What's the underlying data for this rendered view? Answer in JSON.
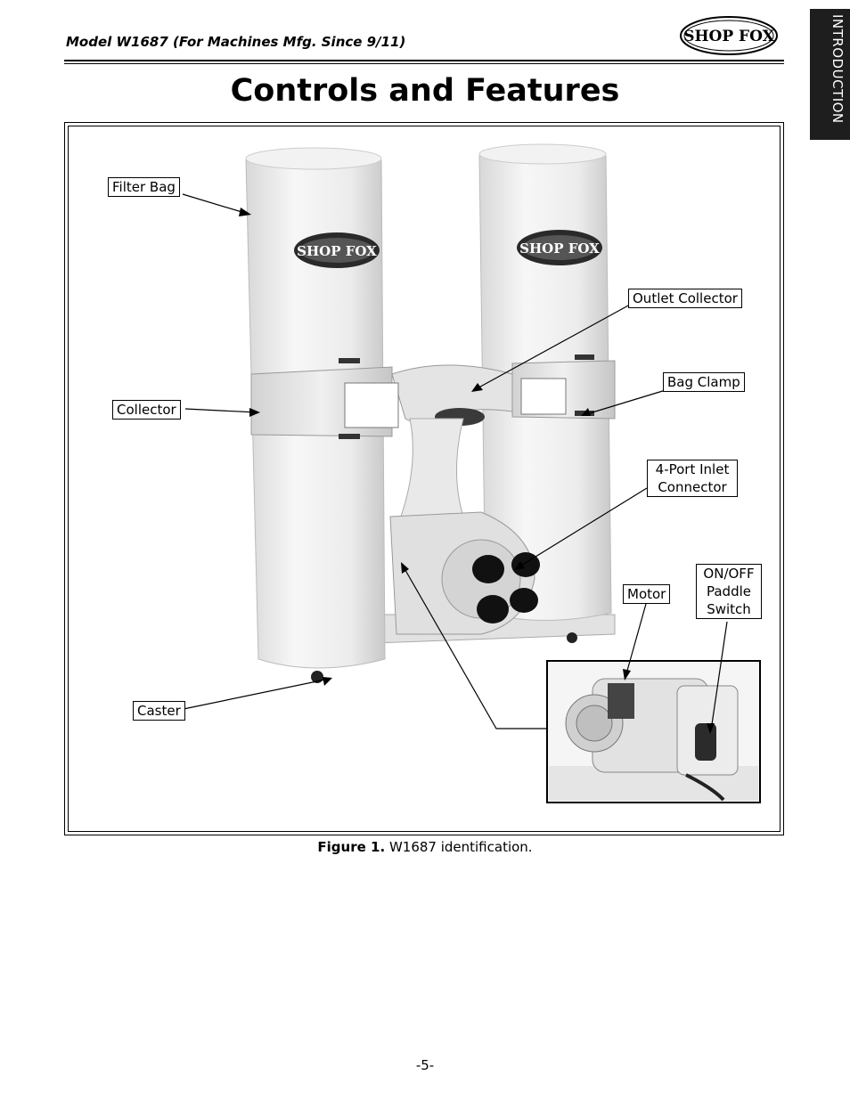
{
  "header": {
    "model_text": "Model W1687 (For Machines Mfg. Since 9/11)",
    "logo_text": "SHOP FOX",
    "side_tab": "INTRODUCTION"
  },
  "page": {
    "title": "Controls and Features",
    "page_number": "-5-"
  },
  "figure": {
    "callouts": {
      "filter_bag": "Filter Bag",
      "collector": "Collector",
      "caster": "Caster",
      "outlet_collector": "Outlet Collector",
      "bag_clamp": "Bag Clamp",
      "inlet_connector": "4-Port Inlet Connector",
      "motor": "Motor",
      "paddle_switch": "ON/OFF Paddle Switch"
    },
    "bag_logo_text": "SHOP FOX",
    "caption_label": "Figure 1.",
    "caption_text": "W1687 identification."
  }
}
